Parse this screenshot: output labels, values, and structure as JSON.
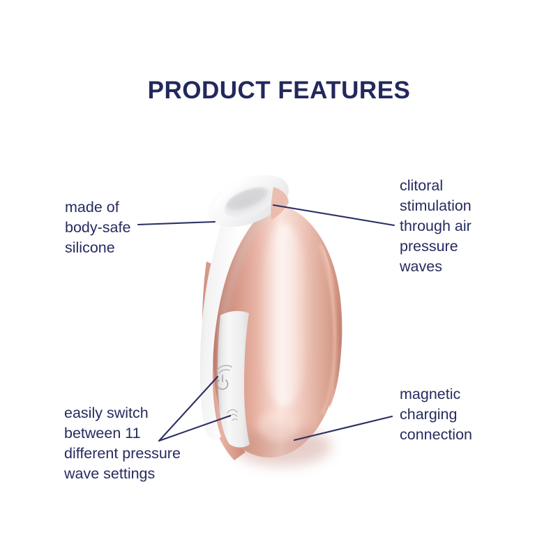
{
  "page": {
    "title": "PRODUCT FEATURES",
    "background_color": "#ffffff",
    "text_color": "#262b5f",
    "title_color": "#23285c",
    "leader_line_color": "#2b2f63"
  },
  "product": {
    "name": "air-pulse-stimulator",
    "silicone_color": "#ffffff",
    "silicone_shade_color": "#e3e4e6",
    "rose_gold_dark": "#c98878",
    "rose_gold_mid": "#e0a694",
    "rose_gold_light": "#fbe5df",
    "rose_gold_deep": "#b87464",
    "control_panel_color": "#f2f2f2",
    "buttons": [
      {
        "name": "power-button",
        "icon": "power-icon",
        "label": ""
      },
      {
        "name": "intensity-button",
        "icon": "wave-icon",
        "label": ""
      }
    ]
  },
  "callouts": [
    {
      "id": "silicone",
      "name": "callout-made-of-body-safe-silicone",
      "lines": [
        "made of",
        "body-safe",
        "silicone"
      ],
      "side": "left"
    },
    {
      "id": "clitoral",
      "name": "callout-clitoral-stimulation",
      "lines": [
        "clitoral",
        "stimulation",
        "through air",
        "pressure",
        "waves"
      ],
      "side": "right"
    },
    {
      "id": "settings",
      "name": "callout-pressure-wave-settings",
      "lines": [
        "easily switch",
        "between 11",
        "different pressure",
        "wave settings"
      ],
      "side": "left"
    },
    {
      "id": "magnetic",
      "name": "callout-magnetic-charging-connection",
      "lines": [
        "magnetic",
        "charging",
        "connection"
      ],
      "side": "right"
    }
  ],
  "callout_text": {
    "silicone": {
      "l0": "made of",
      "l1": "body-safe",
      "l2": "silicone"
    },
    "clitoral": {
      "l0": "clitoral",
      "l1": "stimulation",
      "l2": "through air",
      "l3": "pressure",
      "l4": "waves"
    },
    "settings": {
      "l0": "easily switch",
      "l1": "between 11",
      "l2": "different pressure",
      "l3": "wave settings"
    },
    "magnetic": {
      "l0": "magnetic",
      "l1": "charging",
      "l2": "connection"
    }
  }
}
